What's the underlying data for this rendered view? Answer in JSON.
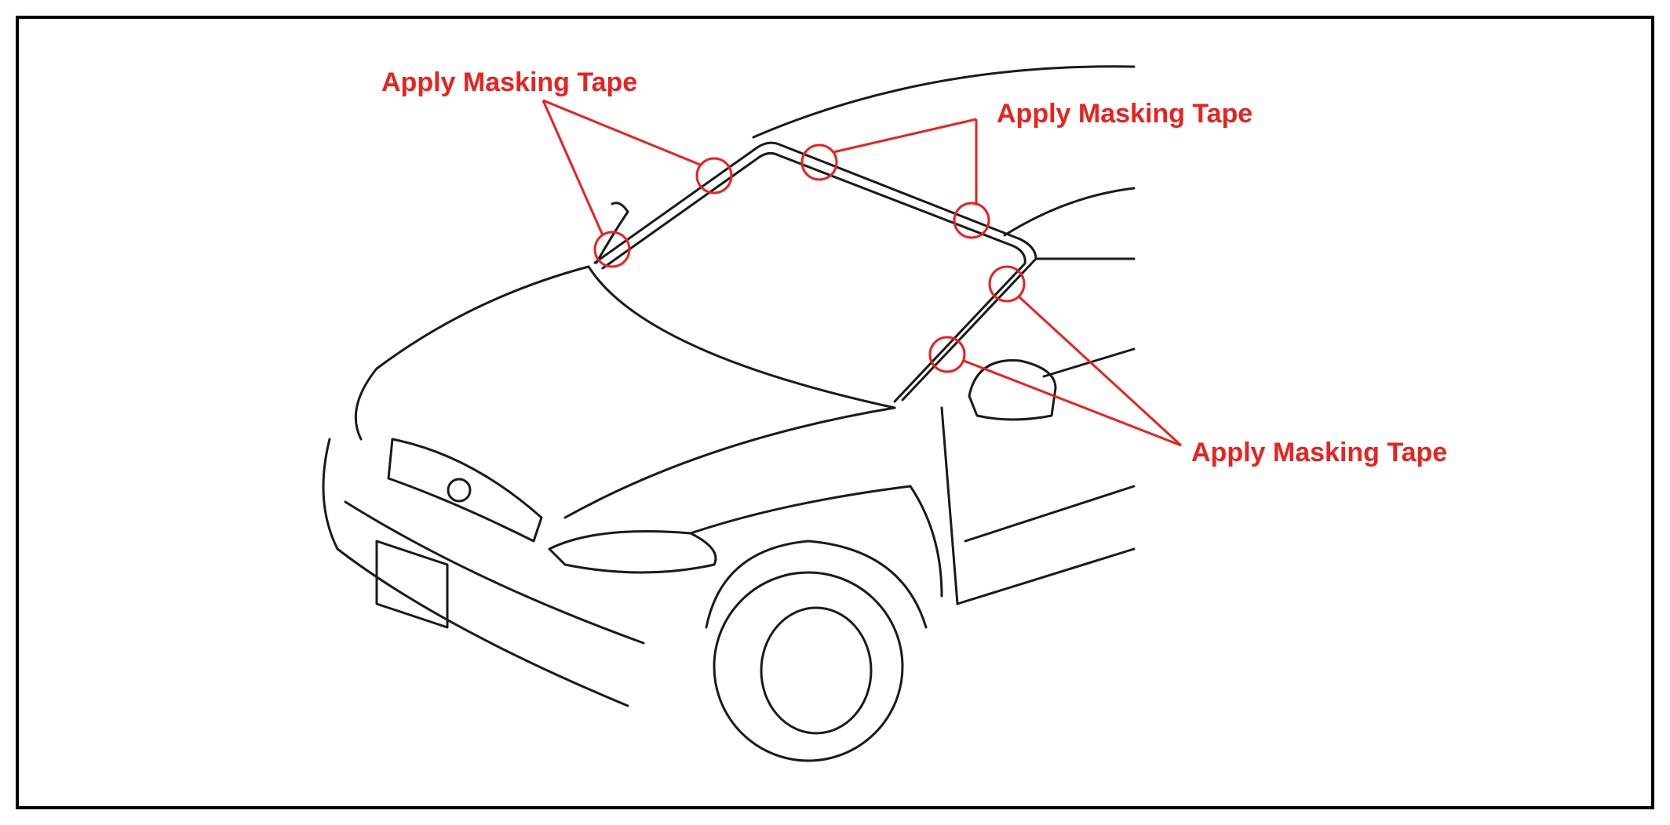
{
  "callouts": [
    {
      "text": "Apply Masking Tape"
    },
    {
      "text": "Apply Masking Tape"
    },
    {
      "text": "Apply Masking Tape"
    }
  ],
  "colors": {
    "annotation": "#e8221f",
    "line_art": "#1a1a1a",
    "border": "#000000"
  }
}
